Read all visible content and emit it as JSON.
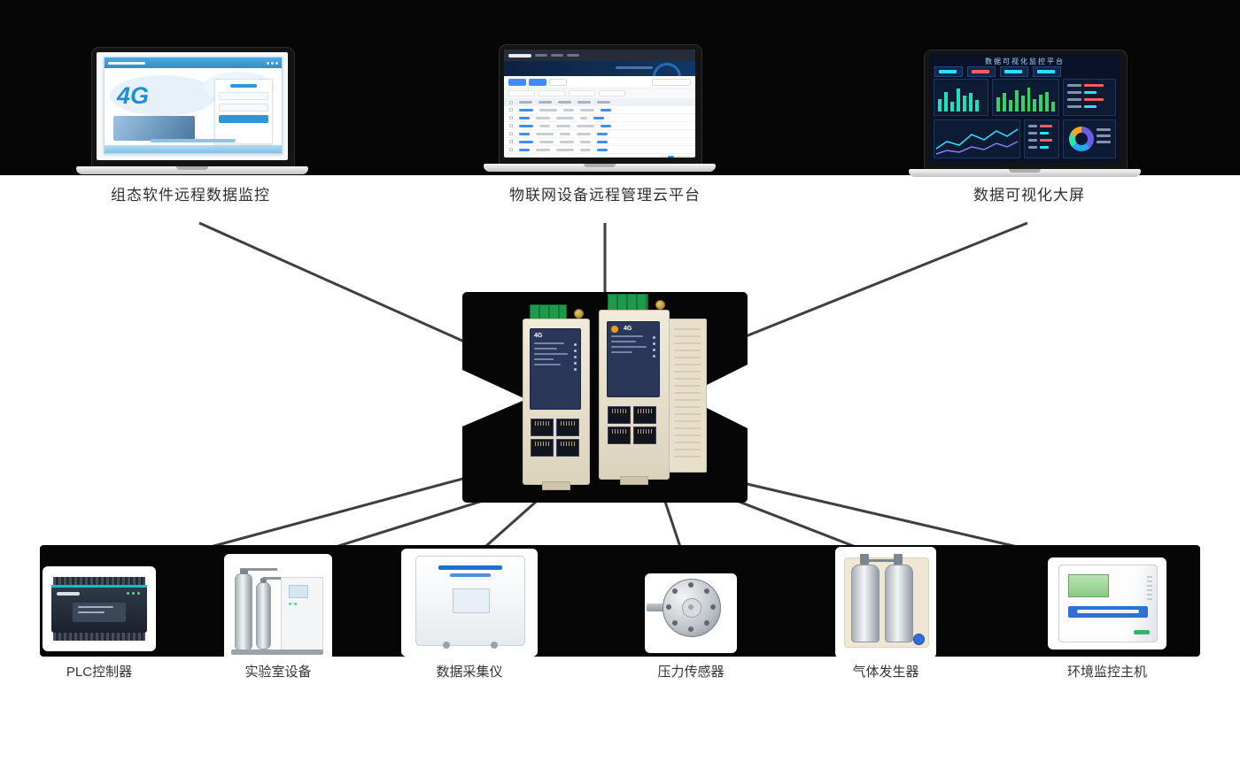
{
  "platforms": {
    "scada": {
      "label": "组态软件远程数据监控",
      "big_text": "4G"
    },
    "cloud": {
      "label": "物联网设备远程管理云平台"
    },
    "bigscreen": {
      "label": "数据可视化大屏",
      "title": "数据可视化监控平台"
    }
  },
  "router": {
    "left_logo": "4G",
    "right_logo": "4G"
  },
  "devices": {
    "plc": {
      "label": "PLC控制器"
    },
    "lab": {
      "label": "实验室设备"
    },
    "collector": {
      "label": "数据采集仪"
    },
    "sensor": {
      "label": "压力传感器"
    },
    "gas": {
      "label": "气体发生器"
    },
    "monitor": {
      "label": "环境监控主机"
    }
  },
  "colors": {
    "accent_blue": "#1e8fd5",
    "connector": "#3f3f3f",
    "band": "#060606",
    "router_panel": "#2b3758",
    "terminal_green": "#1e9a4c",
    "teal": "#00c3ce"
  }
}
